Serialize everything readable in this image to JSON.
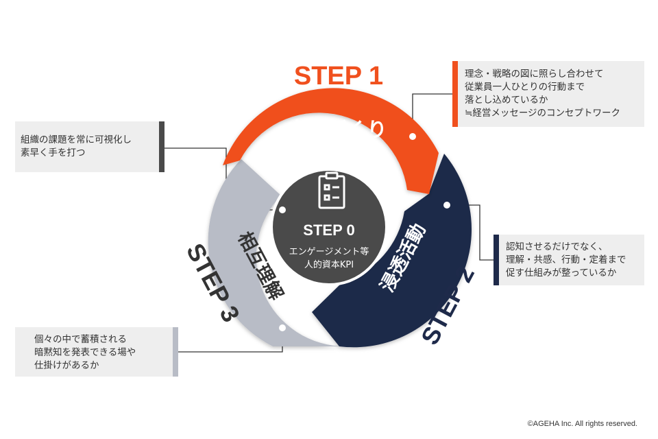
{
  "center": {
    "title": "STEP 0",
    "line1": "エンゲージメント等",
    "line2": "人的資本KPI",
    "icon": "clipboard-icon"
  },
  "steps": [
    {
      "label": "STEP 1",
      "name": "言葉づくり",
      "color": "#f0501e"
    },
    {
      "label": "STEP 2",
      "name": "浸透活動",
      "color": "#1e2a4a"
    },
    {
      "label": "STEP 3",
      "name": "相互理解",
      "color": "#b8bcc6"
    }
  ],
  "notes": {
    "top_right": [
      "理念・戦略の図に照らし合わせて",
      "従業員一人ひとりの行動まで",
      "落とし込めているか",
      "≒経営メッセージのコンセプトワーク"
    ],
    "right": [
      "認知させるだけでなく、",
      "理解・共感、行動・定着まで",
      "促す仕組みが整っているか"
    ],
    "top_left": [
      "組織の課題を常に可視化し",
      "素早く手を打つ"
    ],
    "bottom_left": [
      "個々の中で蓄積される",
      "暗黙知を発表できる場や",
      "仕掛けがあるか"
    ]
  },
  "colors": {
    "orange": "#f0501e",
    "navy": "#1e2a4a",
    "gray": "#b8bcc6",
    "center": "#4a4a4a",
    "label_navy": "#1e2a4a",
    "label_gray": "#333333"
  },
  "copyright": "©AGEHA Inc. All rights reserved."
}
